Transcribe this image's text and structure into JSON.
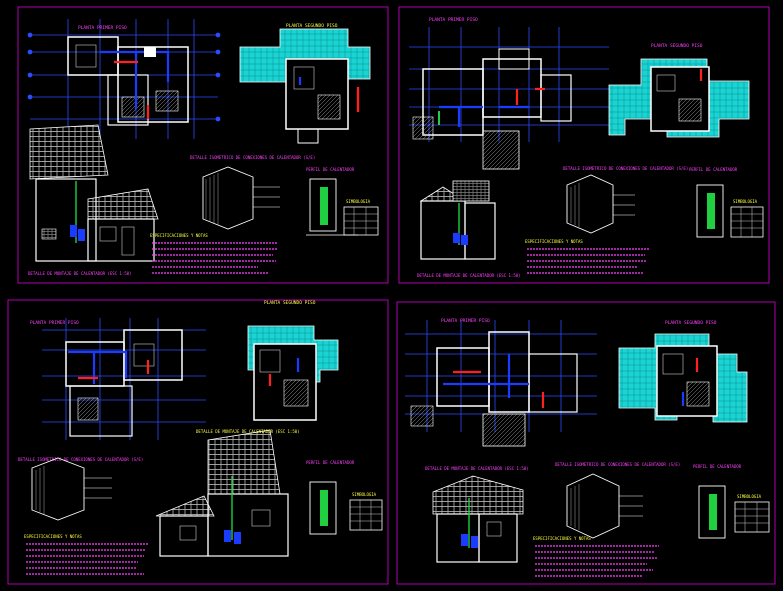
{
  "colors": {
    "background": "#000000",
    "sheet_border": "#b000b0",
    "axis": "#2b4cff",
    "wall": "#ffffff",
    "roof_fill": "#1ad4d4",
    "pipe_cold": "#1a3cff",
    "pipe_hot": "#ff2020",
    "pipe_green": "#20d040",
    "title": "#ff40ff",
    "title_yellow": "#ffff40",
    "note_text": "#ff40ff",
    "dim_text": "#40d0ff"
  },
  "sheets": [
    {
      "id": "sheet-1",
      "plan_title": "PLANTA PRIMER PISO",
      "upper_title": "PLANTA SEGUNDO PISO",
      "detail_title": "DETALLE ISOMETRICO DE CONEXIONES DE CALENTADOR (S/E)",
      "section_title": "PERFIL DE CALENTADOR",
      "elevation_title": "DETALLE DE MONTAJE DE CALENTADOR (ESC 1:50)",
      "table_title": "SIMBOLOGIA",
      "notes_title": "ESPECIFICACIONES Y NOTAS"
    },
    {
      "id": "sheet-2",
      "plan_title": "PLANTA PRIMER PISO",
      "upper_title": "PLANTA SEGUNDO PISO",
      "detail_title": "DETALLE ISOMETRICO DE CONEXIONES DE CALENTADOR (S/E)",
      "section_title": "PERFIL DE CALENTADOR",
      "elevation_title": "DETALLE DE MONTAJE DE CALENTADOR (ESC 1:50)",
      "table_title": "SIMBOLOGIA",
      "notes_title": "ESPECIFICACIONES Y NOTAS"
    },
    {
      "id": "sheet-3",
      "plan_title": "PLANTA PRIMER PISO",
      "upper_title": "PLANTA SEGUNDO PISO",
      "detail_title": "DETALLE ISOMETRICO DE CONEXIONES DE CALENTADOR (S/E)",
      "section_title": "PERFIL DE CALENTADOR",
      "elevation_title": "DETALLE DE MONTAJE DE CALENTADOR (ESC 1:50)",
      "table_title": "SIMBOLOGIA",
      "notes_title": "ESPECIFICACIONES Y NOTAS"
    },
    {
      "id": "sheet-4",
      "plan_title": "PLANTA PRIMER PISO",
      "upper_title": "PLANTA SEGUNDO PISO",
      "detail_title": "DETALLE ISOMETRICO DE CONEXIONES DE CALENTADOR (S/E)",
      "section_title": "PERFIL DE CALENTADOR",
      "elevation_title": "DETALLE DE MONTAJE DE CALENTADOR (ESC 1:50)",
      "table_title": "SIMBOLOGIA",
      "notes_title": "ESPECIFICACIONES Y NOTAS"
    }
  ]
}
